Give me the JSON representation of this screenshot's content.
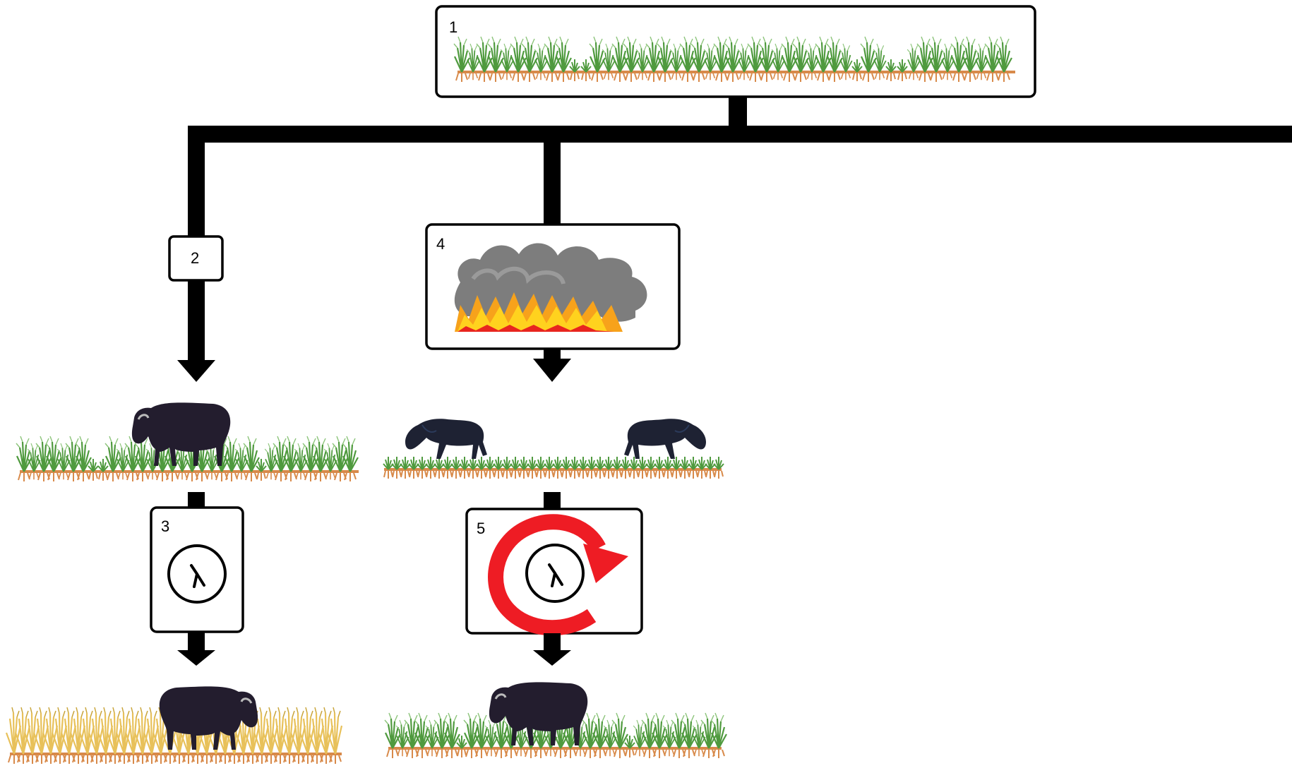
{
  "labels": {
    "box1": "1",
    "box2": "2",
    "box3": "3",
    "box4": "4",
    "box5": "5"
  },
  "colors": {
    "connector": "#000000",
    "grass_green": "#4f9a3e",
    "grass_light": "#8cc47a",
    "roots": "#d88a4a",
    "dry_grass": "#e8c15a",
    "animal": "#231d2e",
    "wildebeest": "#1e2233",
    "smoke": "#7d7d7d",
    "flame_yellow": "#ffd21e",
    "flame_orange": "#f7a21b",
    "flame_red": "#e8251f",
    "cycle_arrow": "#ee1c24"
  },
  "icons": [
    "grass-strip-icon",
    "fire-icon",
    "clock-icon",
    "cycle-arrow-icon",
    "buffalo-icon",
    "wildebeest-icon"
  ]
}
